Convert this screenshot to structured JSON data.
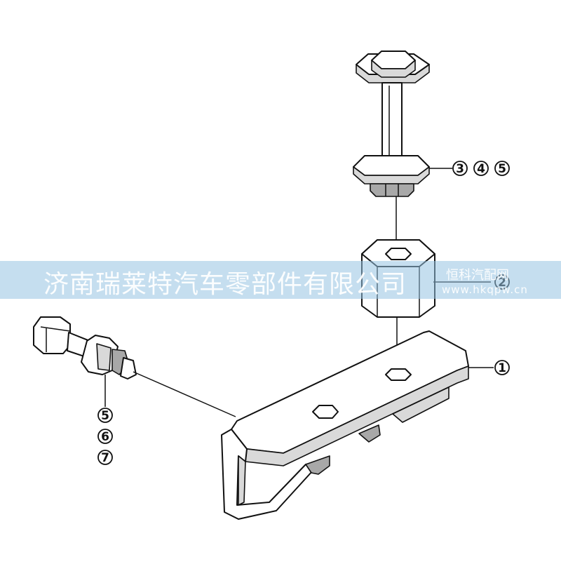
{
  "callouts": {
    "bracket": "1",
    "rubber_spacer": "2",
    "upper_bolt_group": [
      "3",
      "4",
      "5"
    ],
    "side_bolt_group": [
      "5",
      "6",
      "7"
    ]
  },
  "watermark": {
    "company": "济南瑞莱特汽车零部件有限公司",
    "brand": "恒科汽配网",
    "url": "www.hkqpw.cn"
  },
  "colors": {
    "line": "#111111",
    "shade": "#d9d9d9",
    "watermark_band": "#96c3e1"
  }
}
